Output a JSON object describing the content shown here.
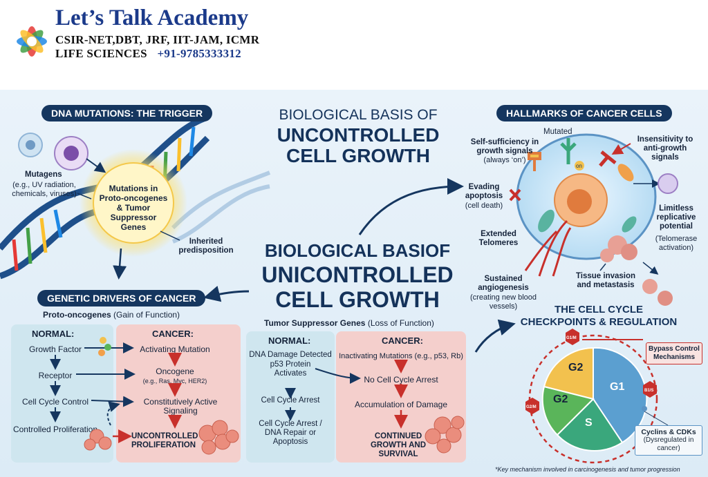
{
  "header": {
    "title": "Let’s Talk Academy",
    "line1": "CSIR-NET,DBT, JRF, IIT-JAM, ICMR",
    "line2_subject": "LIFE SCIENCES",
    "line2_phone": "+91-9785333312"
  },
  "titles": {
    "top_line1": "BIOLOGICAL BASIS OF",
    "top_line2": "UNCONTROLLED",
    "top_line3": "CELL GROWTH",
    "mid_line1": "BIOLOGICAL BASIOF",
    "mid_line2": "UNICONTROLLED",
    "mid_line3": "CELL GROWTH"
  },
  "dna_section": {
    "heading": "DNA MUTATIONS: THE TRIGGER",
    "mutagens_title": "Mutagens",
    "mutagens_detail": "(e.g., UV radiation, chemicals, viruses)",
    "glow_text": "Mutations in Proto-oncogenes & Tumor Suppressor Genes",
    "inherited": "Inherited predisposition"
  },
  "drivers": {
    "heading": "GENETIC DRIVERS OF CANCER",
    "proto_title": "Proto-oncogenes",
    "proto_sub": "(Gain of Function)",
    "normal_label": "NORMAL:",
    "cancer_label": "CANCER:",
    "proto_normal": [
      "Growth Factor",
      "Receptor",
      "Cell Cycle Control",
      "Controlled Proliferation"
    ],
    "proto_cancer": [
      "Activating Mutation",
      "Oncogene",
      "(e.g., Ras, Myc, HER2)",
      "Constitutively Active Signaling",
      "UNCONTROLLED PROLIFERATION"
    ],
    "tsg_title": "Tumor Suppressor Genes",
    "tsg_sub": "(Loss of Function)",
    "tsg_normal": [
      "DNA Damage Detected",
      "p53 Protein Activates",
      "Cell Cycle Arrest",
      "Cell Cycle Arrest / DNA Repair or Apoptosis"
    ],
    "tsg_cancer": [
      "Inactivating Mutations (e.g., p53, Rb)",
      "No Cell Cycle Arrest",
      "Accumulation of Damage",
      "CONTINUED GROWTH AND SURVIVAL"
    ]
  },
  "hallmarks": {
    "heading": "HALLMARKS OF CANCER CELLS",
    "mutated": "Mutated",
    "on": "on",
    "self_suff_title": "Self-sufficiency in growth signals",
    "self_suff_detail": "(always ‘on’)",
    "insensitivity": "Insensitivity to anti-growth signals",
    "evading_title": "Evading apoptosis",
    "evading_detail": "(cell death)",
    "limitless_title": "Limitless replicative potential",
    "limitless_detail": "(Telomerase activation)",
    "telomeres": "Extended Telomeres",
    "angio_title": "Sustained angiogenesis",
    "angio_detail": "(creating new blood vessels)",
    "invasion": "Tissue invasion and metastasis"
  },
  "cell_cycle": {
    "heading_line1": "THE CELL CYCLE",
    "heading_line2": "CHECKPOINTS & REGULATION",
    "phases": [
      "G1",
      "S",
      "G2",
      "G2"
    ],
    "checkpoints": [
      "G1/M",
      "B1/S",
      "G2/M"
    ],
    "bypass": "Bypass Control Mechanisms",
    "cyclins_title": "Cyclins & CDKs",
    "cyclins_detail": "(Dysregulated in cancer)",
    "footnote": "*Key mechanism involved in carcinogenesis and tumor progression"
  },
  "colors": {
    "navy": "#15365f",
    "normal_panel": "#cfe6ef",
    "cancer_panel": "#f4cfcc",
    "arrow_red": "#c8302b",
    "g1_blue": "#5b9fd0",
    "s_green": "#3aa77c",
    "g2_yellow": "#f2c14e",
    "g2_green": "#5ab55a"
  }
}
